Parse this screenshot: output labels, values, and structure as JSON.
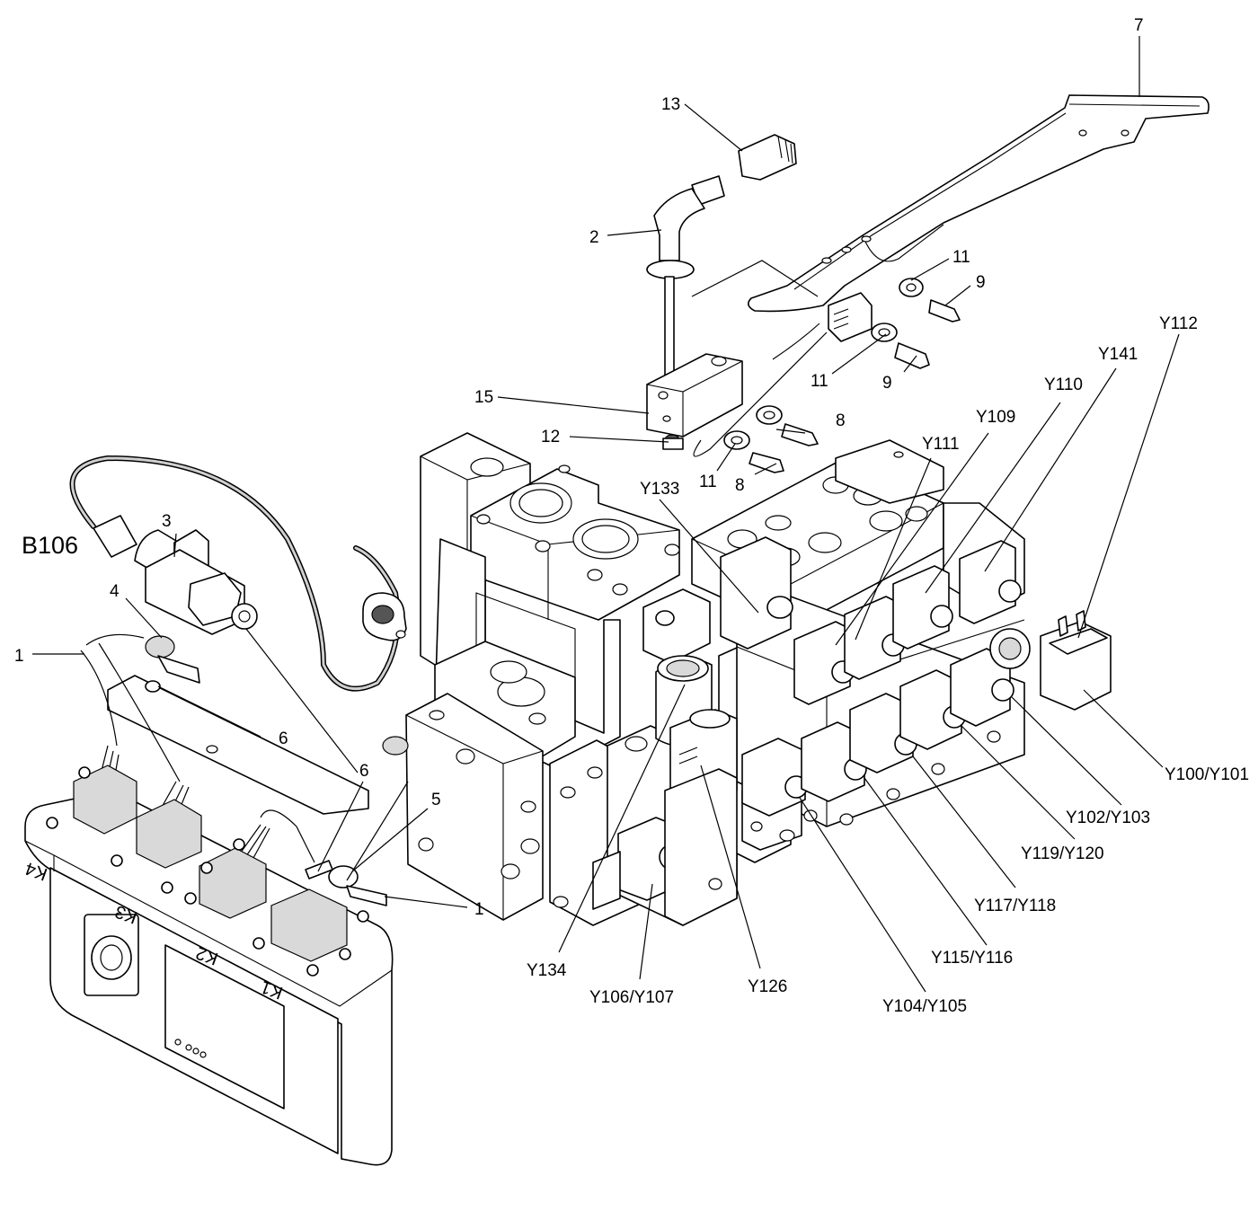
{
  "diagram": {
    "labels": {
      "b106": "B106",
      "p1a": "1",
      "p1b": "1",
      "p2": "2",
      "p3": "3",
      "p4": "4",
      "p5": "5",
      "p6a": "6",
      "p6b": "6",
      "p7": "7",
      "p8a": "8",
      "p8b": "8",
      "p9a": "9",
      "p9b": "9",
      "p11a": "11",
      "p11b": "11",
      "p11c": "11",
      "p12": "12",
      "p13": "13",
      "p15": "15",
      "y100": "Y100/Y101",
      "y102": "Y102/Y103",
      "y104": "Y104/Y105",
      "y106": "Y106/Y107",
      "y109": "Y109",
      "y110": "Y110",
      "y111": "Y111",
      "y112": "Y112",
      "y115": "Y115/Y116",
      "y117": "Y117/Y118",
      "y119": "Y119/Y120",
      "y126": "Y126",
      "y133": "Y133",
      "y134": "Y134",
      "y141": "Y141"
    },
    "ecu_connectors": {
      "k1": "K1",
      "k2": "K2",
      "k3": "K3",
      "k4": "K4"
    }
  }
}
